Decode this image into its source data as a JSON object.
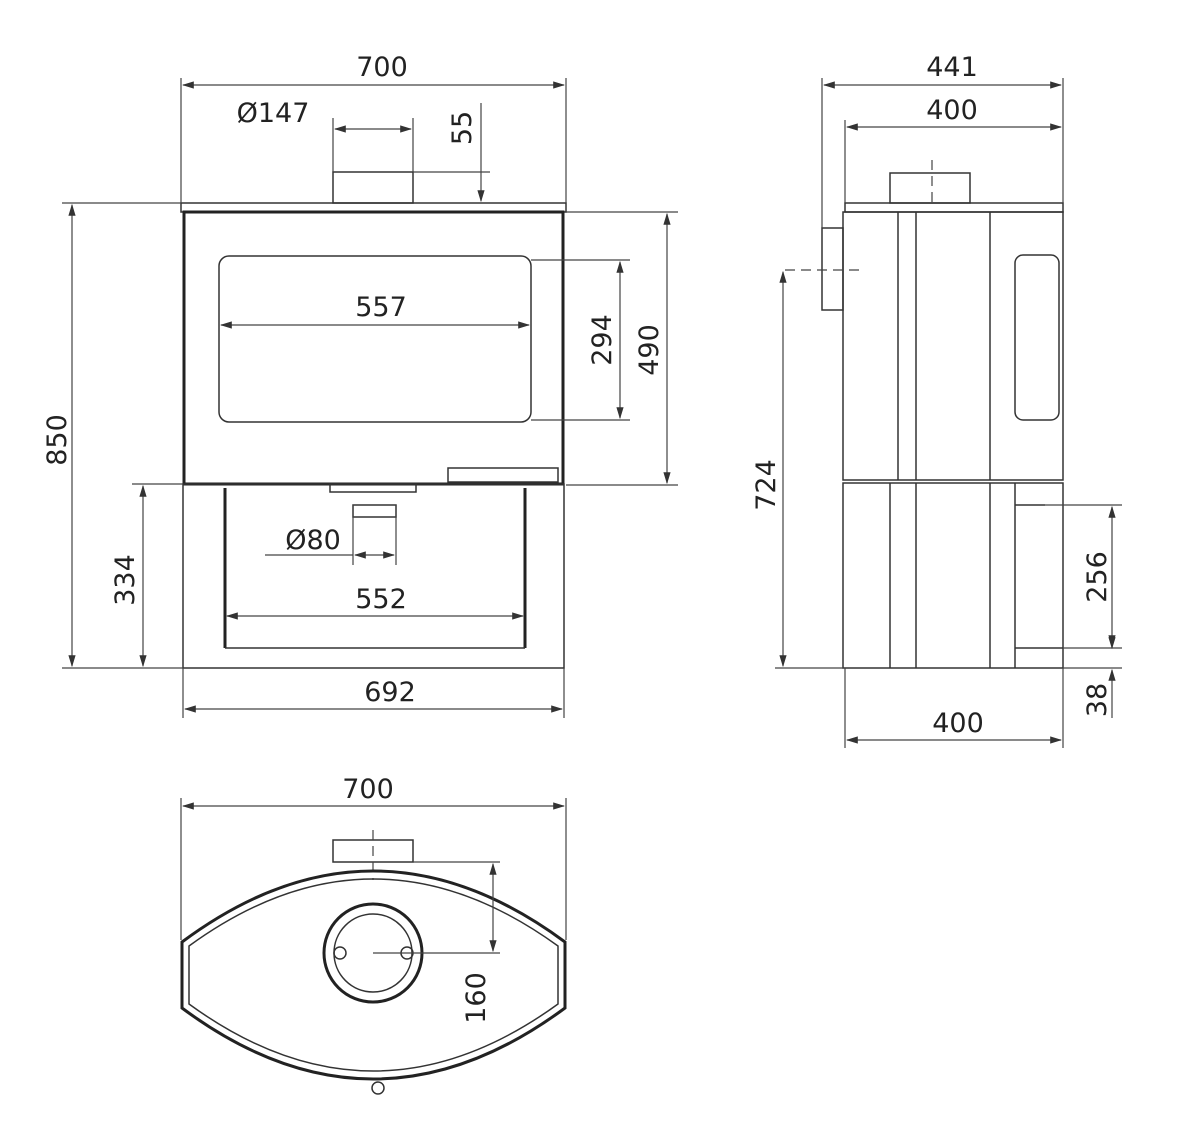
{
  "front_view": {
    "overall_width": "700",
    "flue_diameter": "Ø147",
    "flue_height": "55",
    "total_height": "850",
    "base_height": "334",
    "body_height": "490",
    "window_height": "294",
    "window_width": "557",
    "air_inlet_diameter": "Ø80",
    "base_inner_width": "552",
    "base_width": "692"
  },
  "side_view": {
    "overall_depth": "441",
    "body_depth": "400",
    "outlet_height": "724",
    "side_opening_height": "256",
    "foot_height": "38",
    "base_depth": "400"
  },
  "top_view": {
    "overall_width": "700",
    "flue_offset": "160"
  }
}
